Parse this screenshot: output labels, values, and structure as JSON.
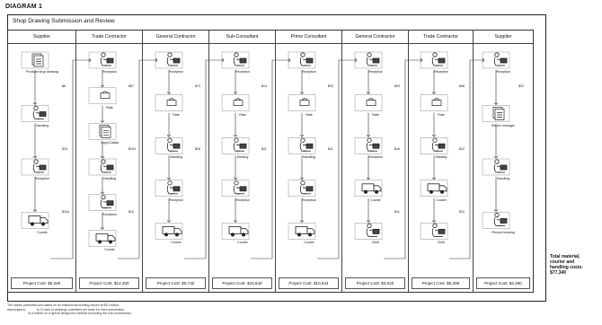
{
  "diagram_title": "DIAGRAM 1",
  "frame_title": "Shop Drawing Submission and Review",
  "lanes": [
    {
      "name": "Supplier",
      "cost": "Project Cost: $5,260",
      "steps": [
        "Produce shop drawing",
        "Handling",
        "Reception",
        "Courier"
      ],
      "links": [
        "$8",
        "$25",
        "$104"
      ]
    },
    {
      "name": "Trade Contractor",
      "cost": "Project Cost: $12,300",
      "steps": [
        "Reception",
        "Rate",
        "Copy/Collate",
        "Handling",
        "Reception",
        "Courier"
      ],
      "links": [
        "$57",
        "$104",
        "$12"
      ]
    },
    {
      "name": "General Contractor",
      "cost": "Project Cost: $5,740",
      "steps": [
        "Reception",
        "Rate",
        "Handling",
        "Reception",
        "Courier"
      ],
      "links": [
        "$73",
        "$16"
      ]
    },
    {
      "name": "Sub-Consultant",
      "cost": "Project Cost: $15,640",
      "steps": [
        "Reception",
        "Rate",
        "Marking",
        "Reception",
        "Courier"
      ],
      "links": [
        "$13",
        "$11"
      ]
    },
    {
      "name": "Prime Consultant",
      "cost": "Project Cost: $10,544",
      "steps": [
        "Reception",
        "Rate",
        "Handling",
        "Reception",
        "Courier"
      ],
      "links": [
        "$34",
        "$11"
      ]
    },
    {
      "name": "General Contractor",
      "cost": "Project Cost: $3,020",
      "steps": [
        "Reception",
        "Rate",
        "Reception",
        "Courier",
        "Clerk"
      ],
      "links": [
        "$33",
        "$16",
        "$11"
      ]
    },
    {
      "name": "Trade Contractor",
      "cost": "Project Cost: $6,380",
      "steps": [
        "Reception",
        "Rate",
        "Marking",
        "Courier",
        "Clerk"
      ],
      "links": [
        "$46",
        "$12",
        "$12"
      ]
    },
    {
      "name": "Supplier",
      "cost": "Project Cost: $2,490",
      "steps": [
        "Reception",
        "Report manager",
        "Handling",
        "Record keeping"
      ],
      "links": [
        "$32"
      ]
    }
  ],
  "side_note": {
    "lines": [
      "Total material,",
      "courier and",
      "handling costs:"
    ],
    "total": "$77,340"
  },
  "footnote": [
    "The values presented are based on an institutional building valued at $10 million.",
    "Assumptions:            a) 10 sets of drawings submitted per trade for each submission.",
    "                        b) 6 trades on a typical design-bid contract (including the sub-consultants)."
  ]
}
